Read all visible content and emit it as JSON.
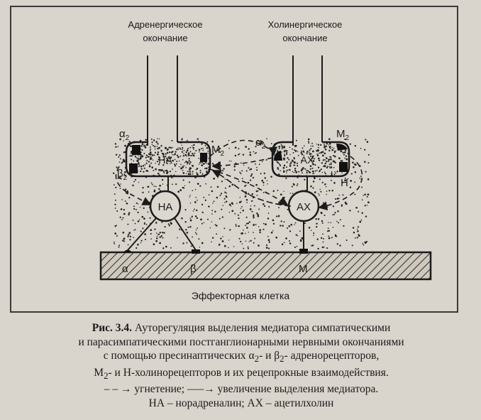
{
  "diagram": {
    "adrenergic_label_1": "Адренергическое",
    "adrenergic_label_2": "окончание",
    "cholinergic_label_1": "Холинергическое",
    "cholinergic_label_2": "окончание",
    "terminal_left_text": "НА",
    "terminal_right_text": "АХ",
    "circle_left_text": "НА",
    "circle_right_text": "АХ",
    "alpha2_left": "α",
    "alpha2_left_sub": "2",
    "beta2_left": "β",
    "beta2_left_sub": "2",
    "m2_left": "M",
    "m2_left_sub": "2",
    "alpha2_right": "α",
    "alpha2_right_sub": "2",
    "m2_right": "M",
    "m2_right_sub": "2",
    "h_right": "Н",
    "receptor_alpha": "α",
    "receptor_beta": "β",
    "receptor_m": "M",
    "effector_label": "Эффекторная клетка"
  },
  "caption": {
    "fig_label": "Рис. 3.4.",
    "line1": " Ауторегуляция выделения медиатора симпатическими",
    "line2": "и парасимпатическими постганглионарными нервными окончаниями",
    "line3_a": "с помощью пресинаптических α",
    "line3_sub1": "2",
    "line3_b": "- и β",
    "line3_sub2": "2",
    "line3_c": "- адренорецепторов,",
    "line4_a": "M",
    "line4_sub": "2",
    "line4_b": "- и Н-холинорецепторов и их рецепрокные взаимодействия.",
    "line5_a": "– – → угнетение;",
    "line5_b": "–––→ увеличение выделения медиатора.",
    "line6": "НА – норадреналин; АХ – ацетилхолин"
  },
  "colors": {
    "paper": "#d9d4cc",
    "ink": "#1b1b1b",
    "effector_fill": "#c9c3b8"
  }
}
